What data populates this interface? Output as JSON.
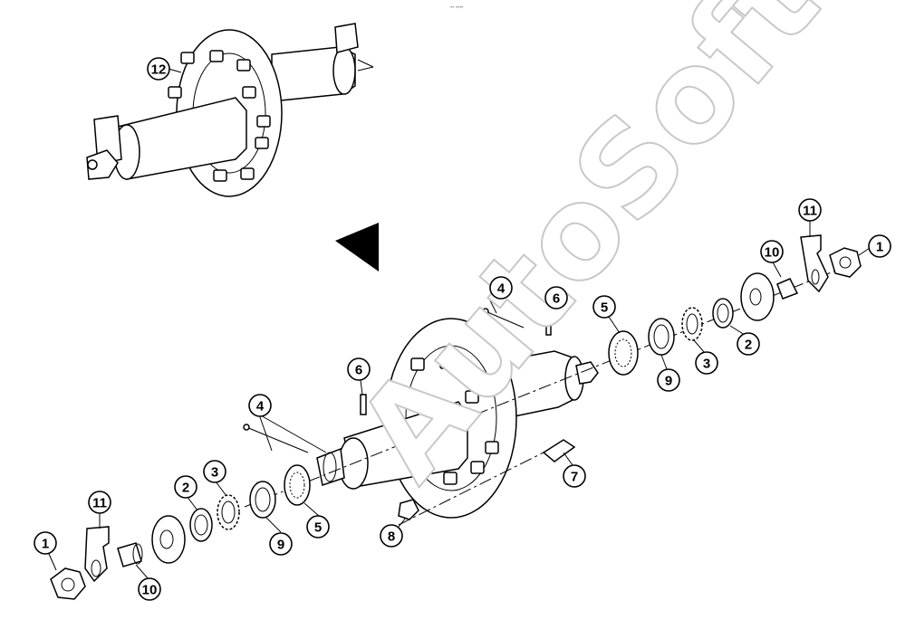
{
  "watermark": "AutoSoft",
  "top_mark": "•• ••••",
  "callouts": [
    {
      "id": "c12",
      "label": "12"
    },
    {
      "id": "c4a",
      "label": "4"
    },
    {
      "id": "c6a",
      "label": "6"
    },
    {
      "id": "c5a",
      "label": "5"
    },
    {
      "id": "c9a",
      "label": "9"
    },
    {
      "id": "c3a",
      "label": "3"
    },
    {
      "id": "c2a",
      "label": "2"
    },
    {
      "id": "c10a",
      "label": "10"
    },
    {
      "id": "c11a",
      "label": "11"
    },
    {
      "id": "c1a",
      "label": "1"
    },
    {
      "id": "c6b",
      "label": "6"
    },
    {
      "id": "c4b",
      "label": "4"
    },
    {
      "id": "c7",
      "label": "7"
    },
    {
      "id": "c8",
      "label": "8"
    },
    {
      "id": "c5b",
      "label": "5"
    },
    {
      "id": "c9b",
      "label": "9"
    },
    {
      "id": "c3b",
      "label": "3"
    },
    {
      "id": "c2b",
      "label": "2"
    },
    {
      "id": "c10b",
      "label": "10"
    },
    {
      "id": "c11b",
      "label": "11"
    },
    {
      "id": "c1b",
      "label": "1"
    }
  ]
}
